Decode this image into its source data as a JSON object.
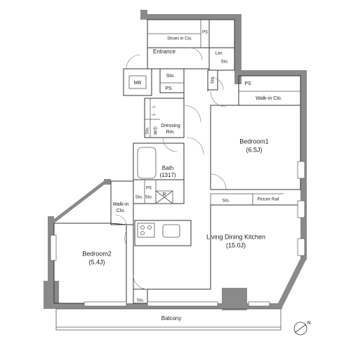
{
  "rooms": {
    "entrance": "Entrance",
    "shoes_in_clo": "Shoes in Clo.",
    "ps_top": "PS",
    "lav": "Lav.",
    "sto_lav": "Sto.",
    "mb": "MB",
    "sto_entry": "Sto.",
    "ps_entry": "PS",
    "sto_corridor": "Sto.",
    "ps_walkin1": "PS",
    "walkin_clo_1": "Walk-in Clo.",
    "l_top": "L",
    "l_bottom": "L",
    "dressing_line1": "Dressing",
    "dressing_line2": "Rm.",
    "sto_dressing": "Sto.",
    "wd": "W/D",
    "bedroom1_name": "Bedroom1",
    "bedroom1_size": "(6.5J)",
    "bath_name": "Bath",
    "bath_size": "(1317)",
    "ps_bath": "PS",
    "sto_bath_a": "Sto.",
    "sto_bath_b": "Sto.",
    "r_mark": "R",
    "walkin_clo_2_line1": "Walk-in",
    "walkin_clo_2_line2": "Clo.",
    "sto_closet_bed1": "Sto.",
    "picture_rail": "Picture Rail",
    "ldk_name": "Living Dining Kitchen",
    "ldk_size": "(15.0J)",
    "bedroom2_name": "Bedroom2",
    "bedroom2_size": "(5.4J)",
    "sto_bottom": "Sto.",
    "balcony": "Balcony"
  },
  "compass": {
    "north_mark": "N"
  },
  "colors": {
    "wall": "#8a8a8a",
    "wall_dark": "#555555",
    "line": "#333333"
  }
}
